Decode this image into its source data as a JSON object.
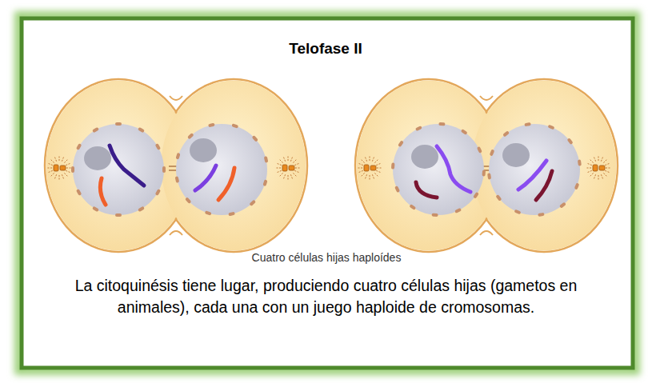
{
  "diagram": {
    "title": "Telofase II",
    "caption": "La citoquinésis tiene lugar, produciendo cuatro células hijas (gametos en animales), cada una con un juego haploide de cromosomas.",
    "labels": [
      "Cuatro células hijas haploídes"
    ]
  }
}
